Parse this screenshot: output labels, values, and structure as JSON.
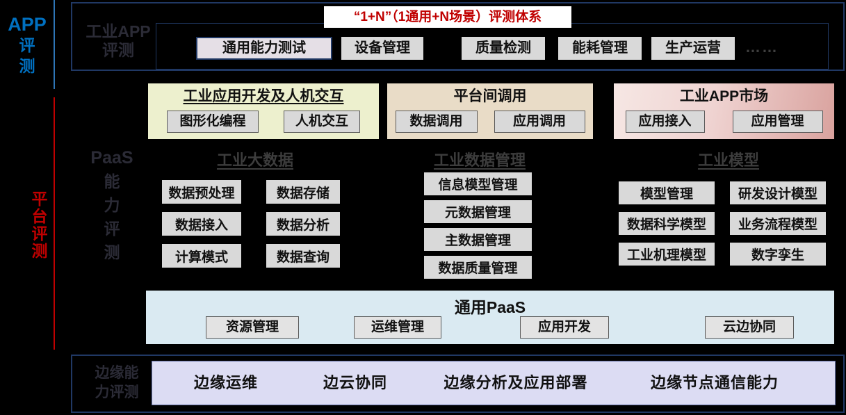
{
  "colors": {
    "background": "#000000",
    "accent_blue": "#0070c0",
    "accent_red": "#c00000",
    "box_border_navy": "#203864",
    "button_gray": "#d9d9d9"
  },
  "left_rail": {
    "app_eval": {
      "line1": "APP",
      "line2": "评",
      "line3": "测"
    },
    "platform_eval": {
      "chars": [
        "平",
        "台",
        "评",
        "测"
      ]
    }
  },
  "top_section": {
    "label_line1": "工业APP",
    "label_line2": "评测",
    "title": "“1+N”（1通用+N场景）评测体系",
    "buttons": [
      "通用能力测试",
      "设备管理",
      "质量检测",
      "能耗管理",
      "生产运营"
    ],
    "ellipsis": "……"
  },
  "feature_panels": [
    {
      "title": "工业应用开发及人机交互",
      "buttons": [
        "图形化编程",
        "人机交互"
      ],
      "bg": "#edf0ce"
    },
    {
      "title": "平台间调用",
      "buttons": [
        "数据调用",
        "应用调用"
      ],
      "bg": "#e9dcc7"
    },
    {
      "title": "工业APP市场",
      "buttons": [
        "应用接入",
        "应用管理"
      ],
      "bg": "gradient #f6e7e4 → #d9a29e"
    }
  ],
  "paas_section": {
    "label_line1": "PaaS",
    "label_chars": [
      "能",
      "力",
      "评",
      "测"
    ],
    "columns": [
      {
        "header": "工业大数据",
        "buttons": [
          "数据预处理",
          "数据存储",
          "数据接入",
          "数据分析",
          "计算模式",
          "数据查询"
        ]
      },
      {
        "header": "工业数据管理",
        "buttons": [
          "信息模型管理",
          "元数据管理",
          "主数据管理",
          "数据质量管理"
        ]
      },
      {
        "header": "工业模型",
        "buttons": [
          "模型管理",
          "研发设计模型",
          "数据科学模型",
          "业务流程模型",
          "工业机理模型",
          "数字孪生"
        ]
      }
    ]
  },
  "general_paas": {
    "title": "通用PaaS",
    "buttons": [
      "资源管理",
      "运维管理",
      "应用开发",
      "云边协同"
    ]
  },
  "edge_section": {
    "label_line1": "边缘能",
    "label_line2": "力评测",
    "items": [
      "边缘运维",
      "边云协同",
      "边缘分析及应用部署",
      "边缘节点通信能力"
    ]
  }
}
